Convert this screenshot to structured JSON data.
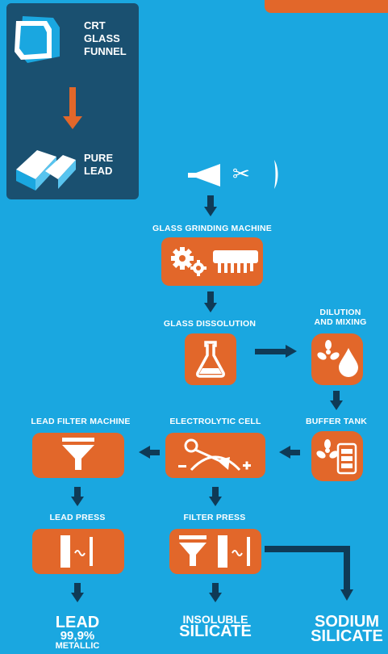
{
  "legend": {
    "line1a": "CRT",
    "line1b": "GLASS",
    "line1c": "FUNNEL",
    "line2a": "PURE",
    "line2b": "LEAD"
  },
  "steps": {
    "grinding": "GLASS GRINDING MACHINE",
    "dissolution": "GLASS DISSOLUTION",
    "dilution_a": "DILUTION",
    "dilution_b": "AND MIXING",
    "buffer": "BUFFER TANK",
    "lead_filter": "LEAD FILTER MACHINE",
    "electrolytic": "ELECTROLYTIC CELL",
    "lead_press": "LEAD PRESS",
    "filter_press": "FILTER PRESS"
  },
  "outputs": {
    "lead_a": "LEAD",
    "lead_b": "99,9%",
    "lead_c": "METALLIC",
    "insoluble_a": "INSOLUBLE",
    "insoluble_b": "SILICATE",
    "sodium_a": "SODIUM",
    "sodium_b": "SILICATE"
  },
  "colors": {
    "background": "#1aa7e0",
    "box": "#e2672a",
    "arrow": "#0f3a56",
    "legend_bg": "#1a5070"
  }
}
